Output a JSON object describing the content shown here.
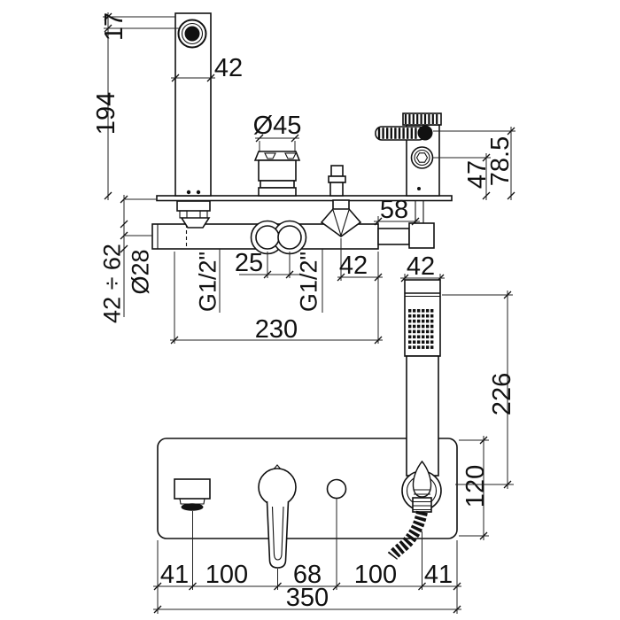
{
  "drawing": {
    "type": "faucet-technical-drawing",
    "line_color": "#111111",
    "background": "#ffffff"
  },
  "dim_labels": {
    "spout_tip_offset": "17",
    "spout_height": "194",
    "spout_width": "42",
    "cartridge_diameter": "Ø45",
    "holder_total_height": "78.5",
    "holder_socket_height": "47",
    "hose_outlet_offset": "58",
    "wall_depth_range": "42 ÷ 62",
    "body_diameter": "Ø28",
    "inlet_spacing": "25",
    "inlet_thread_left": "G1/2\"",
    "inlet_thread_right": "G1/2\"",
    "valve_offset": "42",
    "body_length": "230",
    "handshower_width": "42",
    "handshower_length": "226",
    "plate_height": "120",
    "front_margin_left": "41",
    "front_spout_to_lever": "100",
    "front_lever_to_diverter": "68",
    "front_diverter_to_shower": "100",
    "front_margin_right": "41",
    "front_total_width": "350"
  }
}
